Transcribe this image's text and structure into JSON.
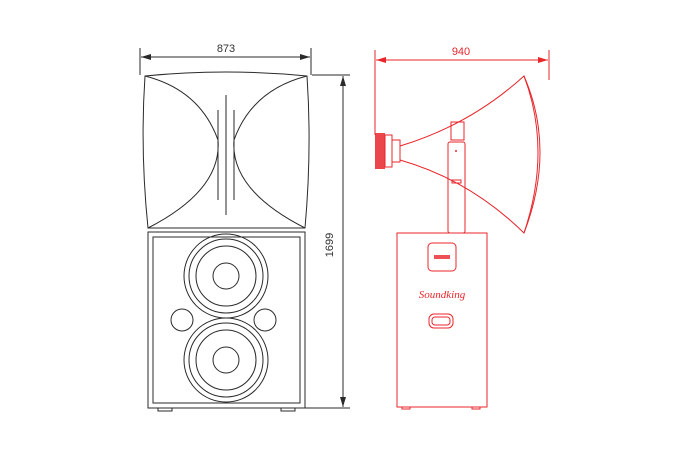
{
  "front_view": {
    "width_label": "873",
    "height_label": "1699",
    "line_color": "#2a2a2a"
  },
  "side_view": {
    "width_label": "940",
    "logo_text": "Soundking",
    "line_color": "#e8262b"
  }
}
